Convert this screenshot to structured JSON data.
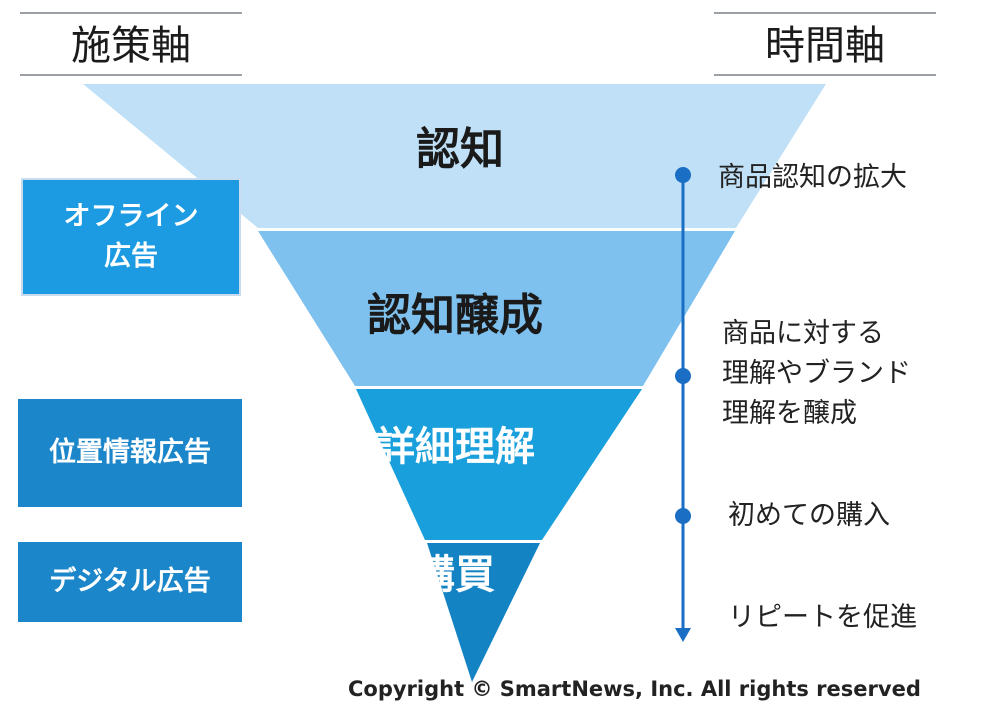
{
  "headers": {
    "left": "施策軸",
    "right": "時間軸"
  },
  "stages": [
    {
      "label": "認知",
      "color": "#bfe0f6"
    },
    {
      "label": "認知醸成",
      "color": "#7ec0ee"
    },
    {
      "label": "詳細理解",
      "color": "#199fdb"
    },
    {
      "label": "購買",
      "color": "#1483c4"
    }
  ],
  "tactics": [
    {
      "label": "オフライン\n広告",
      "color": "#1c9be3"
    },
    {
      "label": "位置情報広告",
      "color": "#1b86c9"
    },
    {
      "label": "デジタル広告",
      "color": "#1b86c9"
    }
  ],
  "timeline": {
    "color": "#1a6ec4",
    "items": [
      "商品認知の拡大",
      "商品に対する\n理解やブランド\n理解を醸成",
      "初めての購入",
      "リピートを促進"
    ]
  },
  "footer": {
    "copyright": "Copyright © SmartNews, Inc. All rights reserved"
  }
}
